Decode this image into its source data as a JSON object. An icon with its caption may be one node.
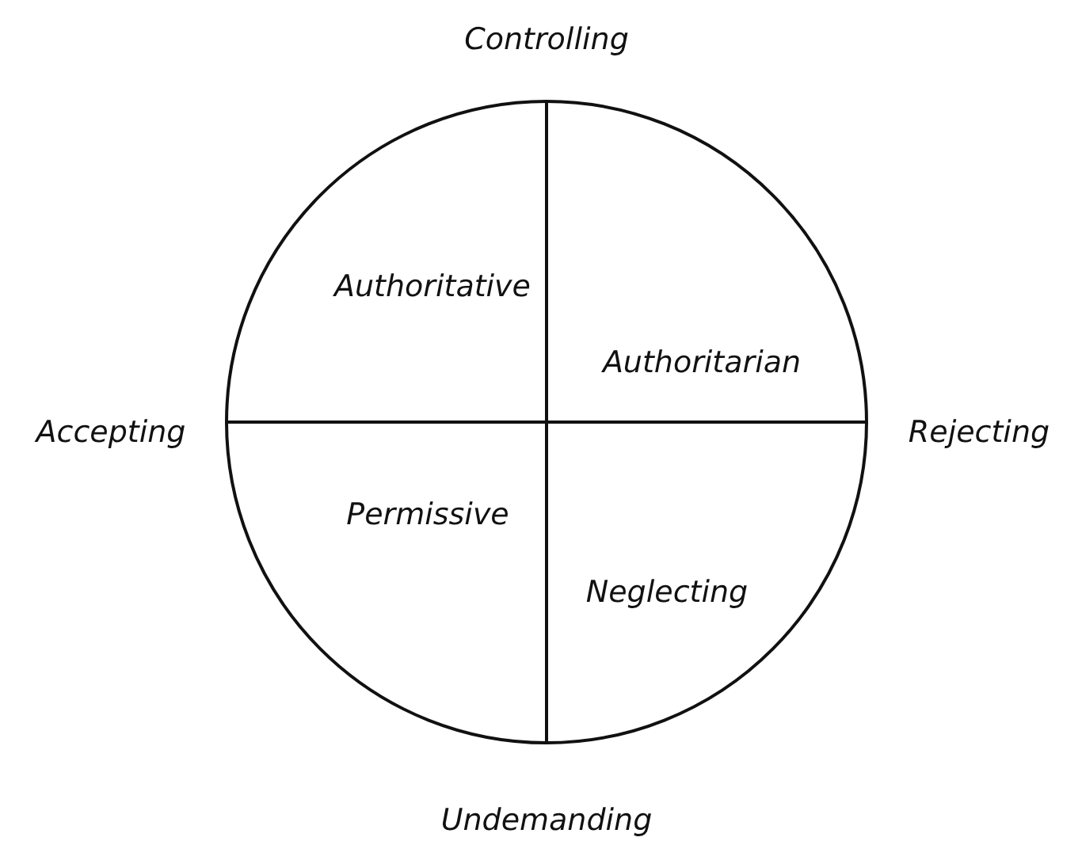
{
  "diagram": {
    "nodes": [
      {
        "text": [
          "Authoritative",
          "Authoritarian",
          "Permissive",
          "Neglecting"
        ]
      }
    ],
    "edges": [],
    "labels": [
      "Controlling",
      "Accepting",
      "Rejecting",
      "Undemanding"
    ]
  }
}
